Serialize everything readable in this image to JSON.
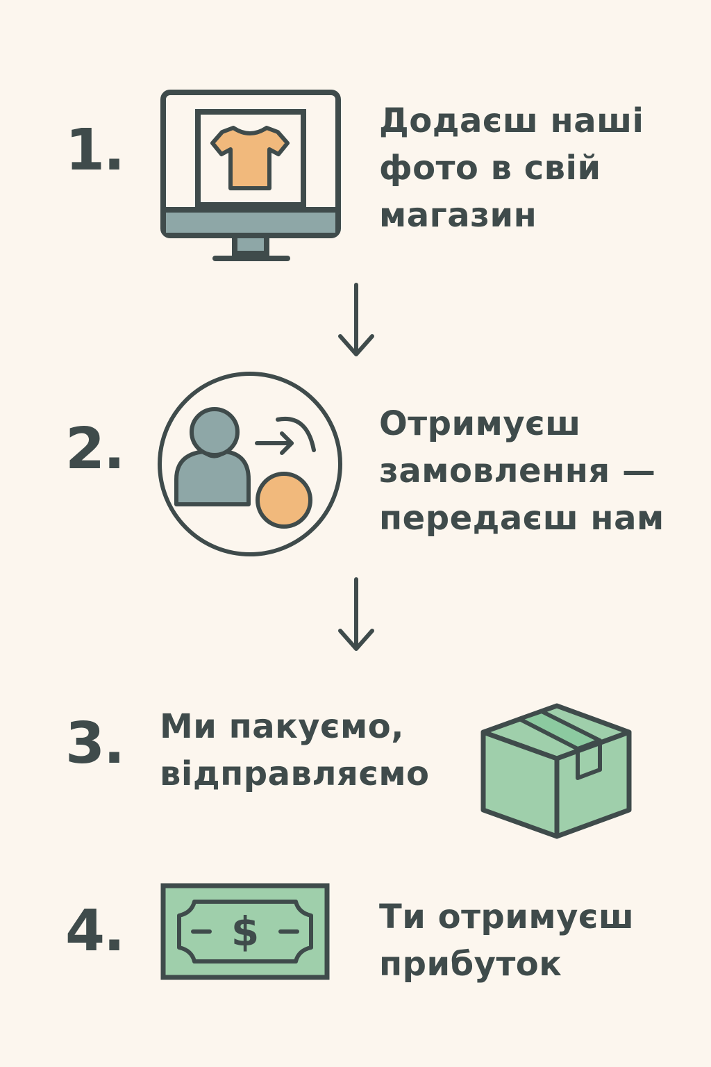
{
  "steps": [
    {
      "number": "1.",
      "lines": [
        "Додаєш наші",
        "фото в свій",
        "магазин"
      ],
      "icon": "monitor-shirt-icon"
    },
    {
      "number": "2.",
      "lines": [
        "Отримуєш",
        "замовлення —",
        "передаєш нам"
      ],
      "icon": "customer-order-icon"
    },
    {
      "number": "3.",
      "lines": [
        "Ми пакуємо,",
        "відправляємо"
      ],
      "icon": "box-icon"
    },
    {
      "number": "4.",
      "lines": [
        "Ти отримуєш",
        "прибуток"
      ],
      "icon": "money-bill-icon"
    }
  ],
  "arrows": [
    "down-arrow-icon",
    "down-arrow-icon"
  ],
  "colors": {
    "background": "#fcf6ee",
    "stroke": "#3f4b4b",
    "blue_gray": "#8ea7a7",
    "orange": "#f1b97c",
    "green": "#9fcfab"
  }
}
